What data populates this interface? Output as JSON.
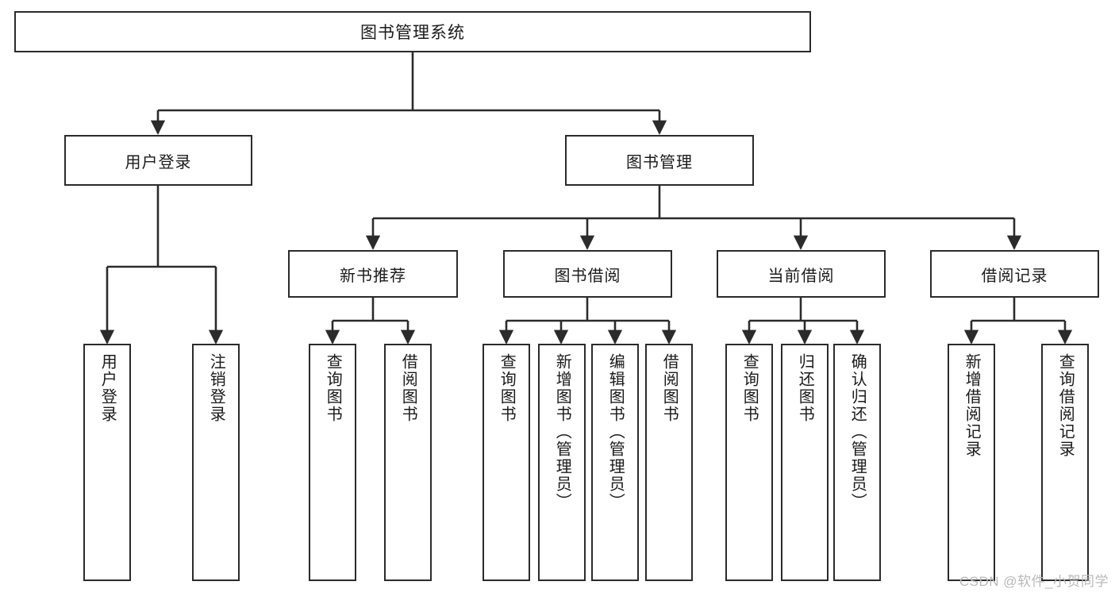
{
  "diagram": {
    "title": "图书管理系统",
    "watermark": "CSDN @软件_小贺同学",
    "line_color": "#2b2b2b",
    "box_fill": "#ffffff",
    "text_color": "#1a1a1a",
    "root": {
      "label": "图书管理系统"
    },
    "level2": [
      {
        "label": "用户登录"
      },
      {
        "label": "图书管理"
      }
    ],
    "level3": [
      {
        "label": "新书推荐"
      },
      {
        "label": "图书借阅"
      },
      {
        "label": "当前借阅"
      },
      {
        "label": "借阅记录"
      }
    ],
    "leaves": [
      {
        "label": "用户登录",
        "parent": "用户登录"
      },
      {
        "label": "注销登录",
        "parent": "用户登录"
      },
      {
        "label": "查询图书",
        "parent": "新书推荐"
      },
      {
        "label": "借阅图书",
        "parent": "新书推荐"
      },
      {
        "label": "查询图书",
        "parent": "图书借阅"
      },
      {
        "label": "新增图书（管理员）",
        "parent": "图书借阅"
      },
      {
        "label": "编辑图书（管理员）",
        "parent": "图书借阅"
      },
      {
        "label": "借阅图书",
        "parent": "图书借阅"
      },
      {
        "label": "查询图书",
        "parent": "当前借阅"
      },
      {
        "label": "归还图书",
        "parent": "当前借阅"
      },
      {
        "label": "确认归还（管理员）",
        "parent": "当前借阅"
      },
      {
        "label": "新增借阅记录",
        "parent": "借阅记录"
      },
      {
        "label": "查询借阅记录",
        "parent": "借阅记录"
      }
    ]
  }
}
